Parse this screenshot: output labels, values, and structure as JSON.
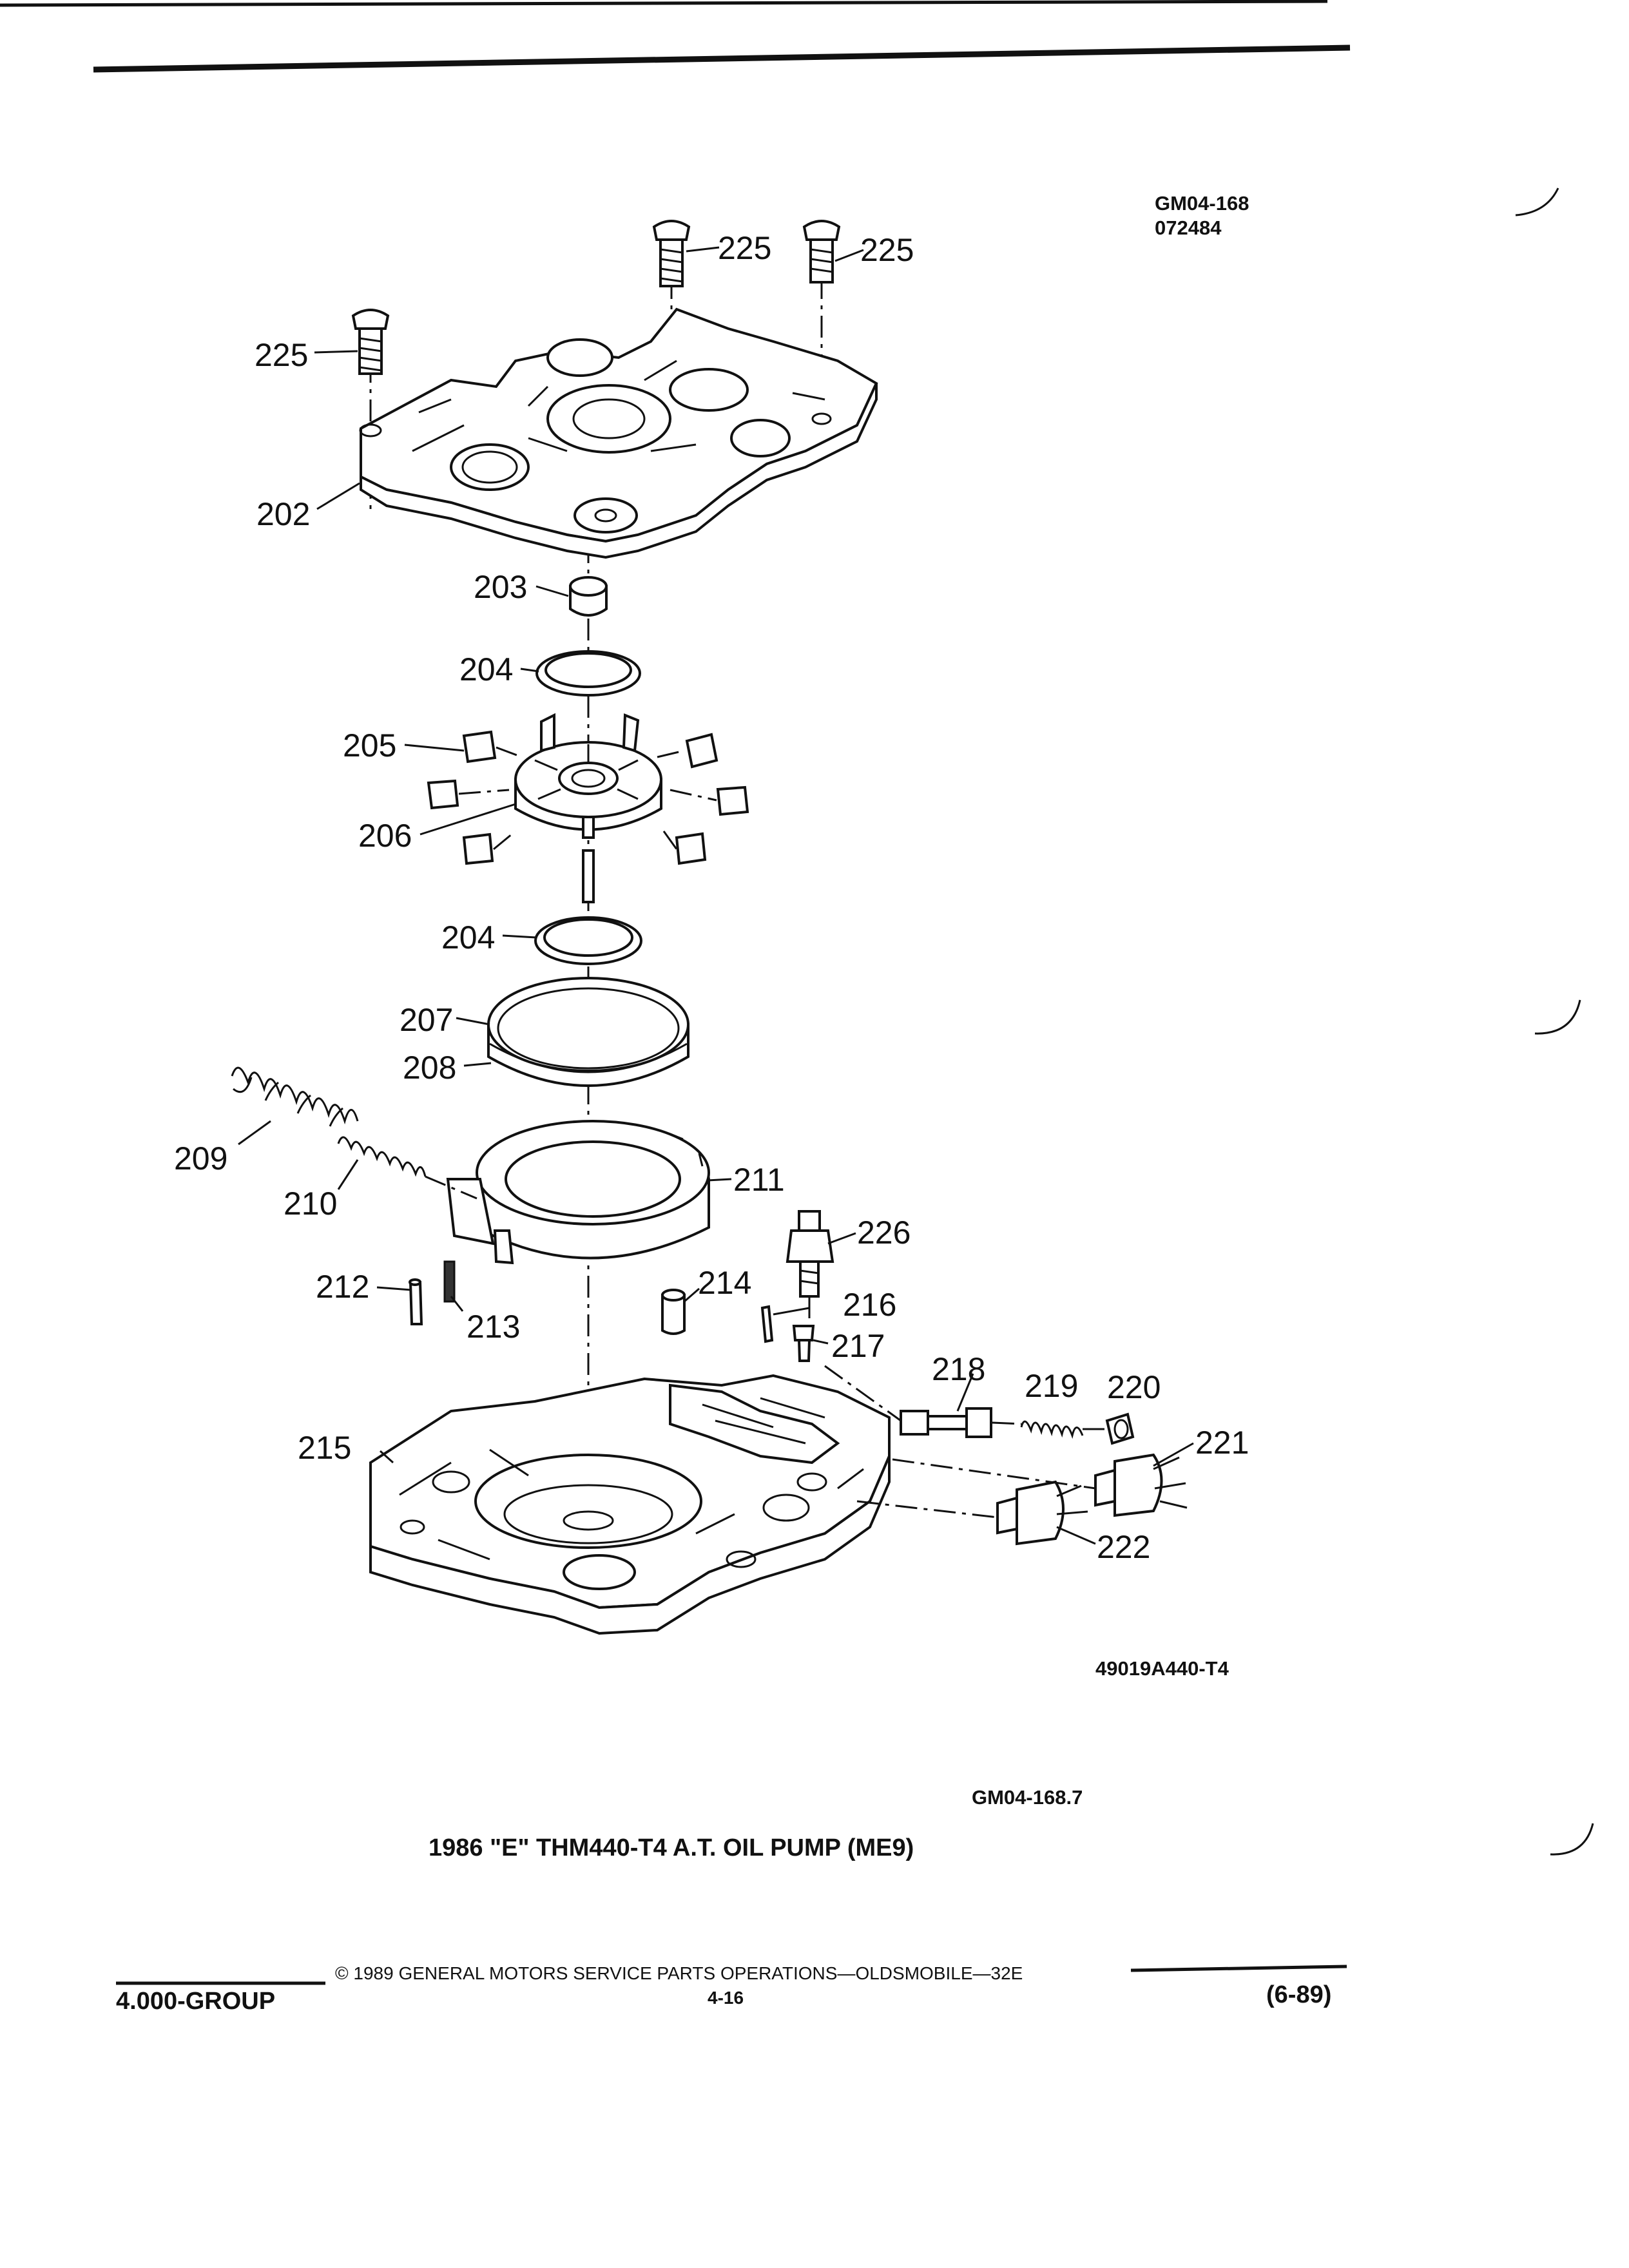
{
  "header": {
    "drawing_code": "GM04-168",
    "drawing_date": "072484"
  },
  "diagram": {
    "art_number": "49019A440-T4",
    "figure_code": "GM04-168.7",
    "title": "1986 \"E\" THM440-T4 A.T. OIL PUMP (ME9)",
    "callouts": {
      "c225a": "225",
      "c225b": "225",
      "c225c": "225",
      "c202": "202",
      "c203": "203",
      "c204a": "204",
      "c205": "205",
      "c206": "206",
      "c204b": "204",
      "c207": "207",
      "c208": "208",
      "c209": "209",
      "c210": "210",
      "c211": "211",
      "c212": "212",
      "c213": "213",
      "c214": "214",
      "c215": "215",
      "c216": "216",
      "c217": "217",
      "c218": "218",
      "c219": "219",
      "c220": "220",
      "c221": "221",
      "c222": "222",
      "c226": "226"
    }
  },
  "footer": {
    "copyright": "© 1989 GENERAL MOTORS SERVICE PARTS OPERATIONS—OLDSMOBILE—32E",
    "group": "4.000-GROUP",
    "page": "4-16",
    "revision": "(6-89)"
  }
}
